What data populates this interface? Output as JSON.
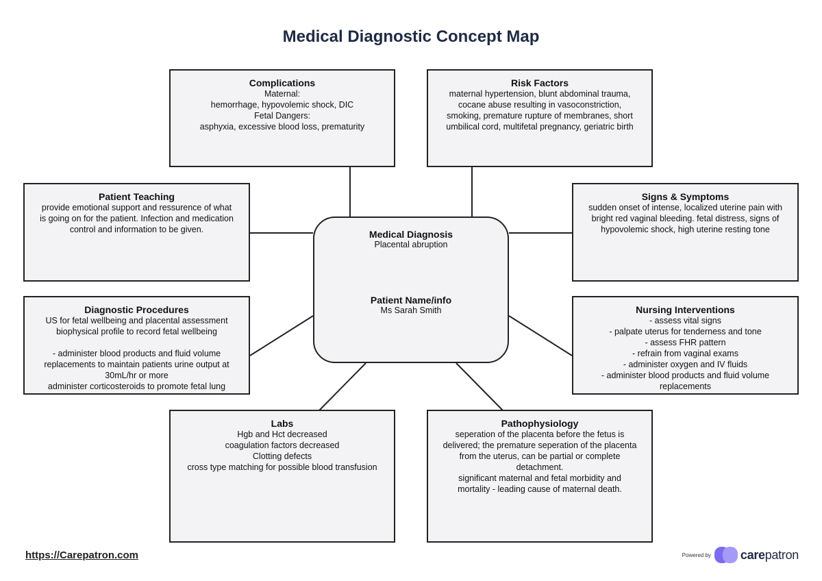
{
  "title": "Medical Diagnostic Concept Map",
  "center": {
    "diagnosis_heading": "Medical Diagnosis",
    "diagnosis": "Placental abruption",
    "patient_heading": "Patient Name/info",
    "patient": "Ms Sarah Smith"
  },
  "boxes": {
    "complications": {
      "heading": "Complications",
      "body": "Maternal:\nhemorrhage, hypovolemic shock, DIC\nFetal Dangers:\nasphyxia, excessive blood loss, prematurity"
    },
    "risk_factors": {
      "heading": "Risk Factors",
      "body": "maternal hypertension, blunt abdominal trauma,\ncocane abuse resulting in vasoconstriction,\nsmoking, premature rupture of membranes, short\numbilical cord, multifetal pregnancy, geriatric birth"
    },
    "patient_teaching": {
      "heading": "Patient Teaching",
      "body": "provide emotional support and ressurence of what\nis going on for the patient. Infection and medication\ncontrol and information to be given."
    },
    "signs_symptoms": {
      "heading": "Signs & Symptoms",
      "body": "sudden onset of intense, localized uterine pain with\nbright red vaginal bleeding. fetal distress, signs of\nhypovolemic shock, high uterine resting tone"
    },
    "diagnostic_procedures": {
      "heading": "Diagnostic Procedures",
      "body": "US for fetal wellbeing and placental assessment\nbiophysical profile to record fetal wellbeing\n\n- administer blood products and fluid volume\nreplacements to maintain patients urine output at\n30mL/hr or more\nadminister corticosteroids to promote fetal lung\nmaturity"
    },
    "nursing_interventions": {
      "heading": "Nursing Interventions",
      "body": "- assess vital signs\n- palpate uterus for tenderness and tone\n- assess FHR pattern\n- refrain from vaginal exams\n- administer oxygen and IV fluids\n- administer blood products and fluid volume\nreplacements\n- corticosteroids"
    },
    "labs": {
      "heading": "Labs",
      "body": "Hgb and Hct decreased\ncoagulation factors decreased\nClotting defects\ncross type matching for possible blood transfusion"
    },
    "pathophysiology": {
      "heading": "Pathophysiology",
      "body": "seperation of the placenta before the fetus is\ndelivered; the premature seperation of the placenta\nfrom the uterus, can be partial or complete\ndetachment.\nsignificant maternal and fetal morbidity and\nmortality - leading cause of maternal death."
    }
  },
  "footer": {
    "link": "https://Carepatron.com",
    "powered_by": "Powered by",
    "brand_care": "care",
    "brand_patron": "patron"
  }
}
